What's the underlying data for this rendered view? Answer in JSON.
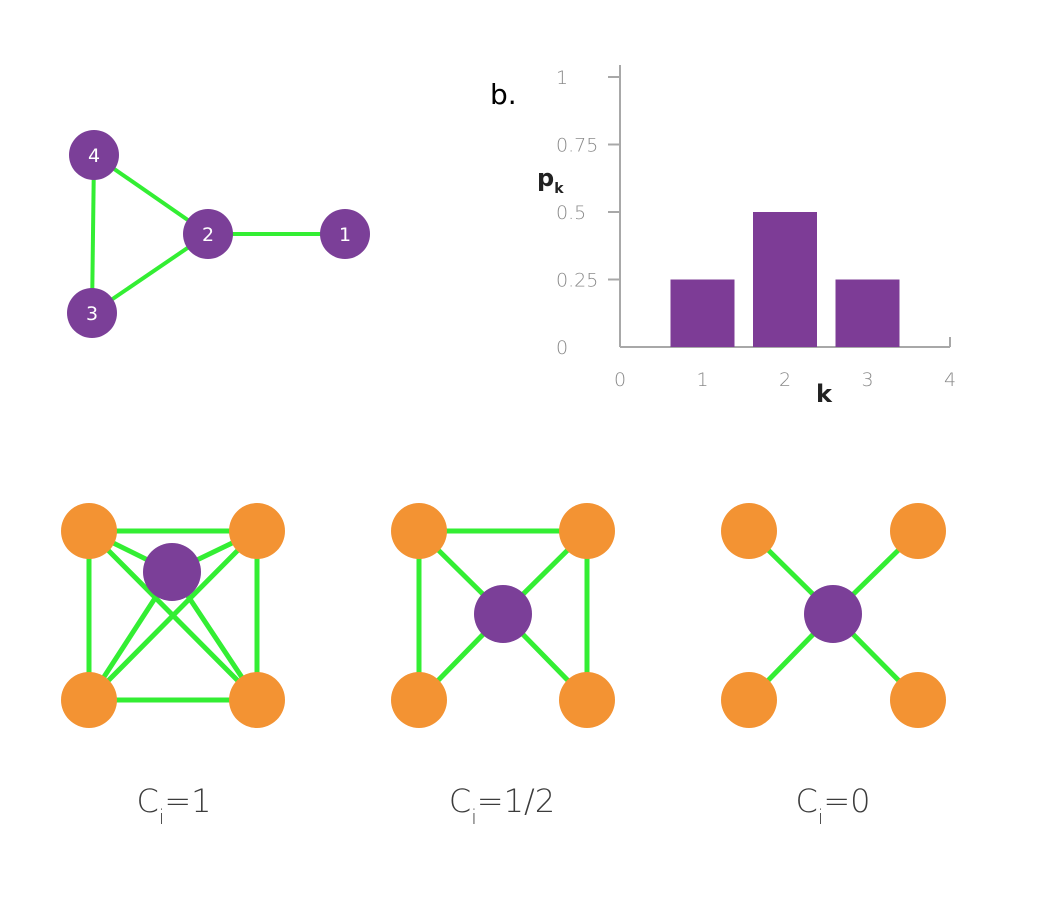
{
  "colors": {
    "node_purple": "#7b3f98",
    "node_orange": "#f39333",
    "edge_green": "#33ee33",
    "bar_purple": "#7d3c96",
    "axis_gray": "#a8a8a8"
  },
  "graph": {
    "nodes": [
      {
        "id": "4",
        "label": "4"
      },
      {
        "id": "2",
        "label": "2"
      },
      {
        "id": "1",
        "label": "1"
      },
      {
        "id": "3",
        "label": "3"
      }
    ],
    "edges": [
      [
        "4",
        "2"
      ],
      [
        "4",
        "3"
      ],
      [
        "3",
        "2"
      ],
      [
        "2",
        "1"
      ]
    ]
  },
  "panel_b": {
    "label": "b.",
    "ylabel_main": "p",
    "ylabel_sub": "k",
    "xlabel": "k"
  },
  "chart_data": {
    "type": "bar",
    "categories": [
      1,
      2,
      3
    ],
    "values": [
      0.25,
      0.5,
      0.25
    ],
    "x_ticks": [
      "0",
      "1",
      "2",
      "3",
      "4"
    ],
    "y_ticks": [
      "0",
      "0.25",
      "0.5",
      "0.75",
      "1"
    ],
    "xlim": [
      0,
      4
    ],
    "ylim": [
      0,
      1
    ],
    "xlabel": "k",
    "ylabel": "p_k",
    "grid": false
  },
  "clustering": [
    {
      "main": "C",
      "sub": "i",
      "value": "=1"
    },
    {
      "main": "C",
      "sub": "i",
      "value": "=1/2"
    },
    {
      "main": "C",
      "sub": "i",
      "value": "=0"
    }
  ]
}
